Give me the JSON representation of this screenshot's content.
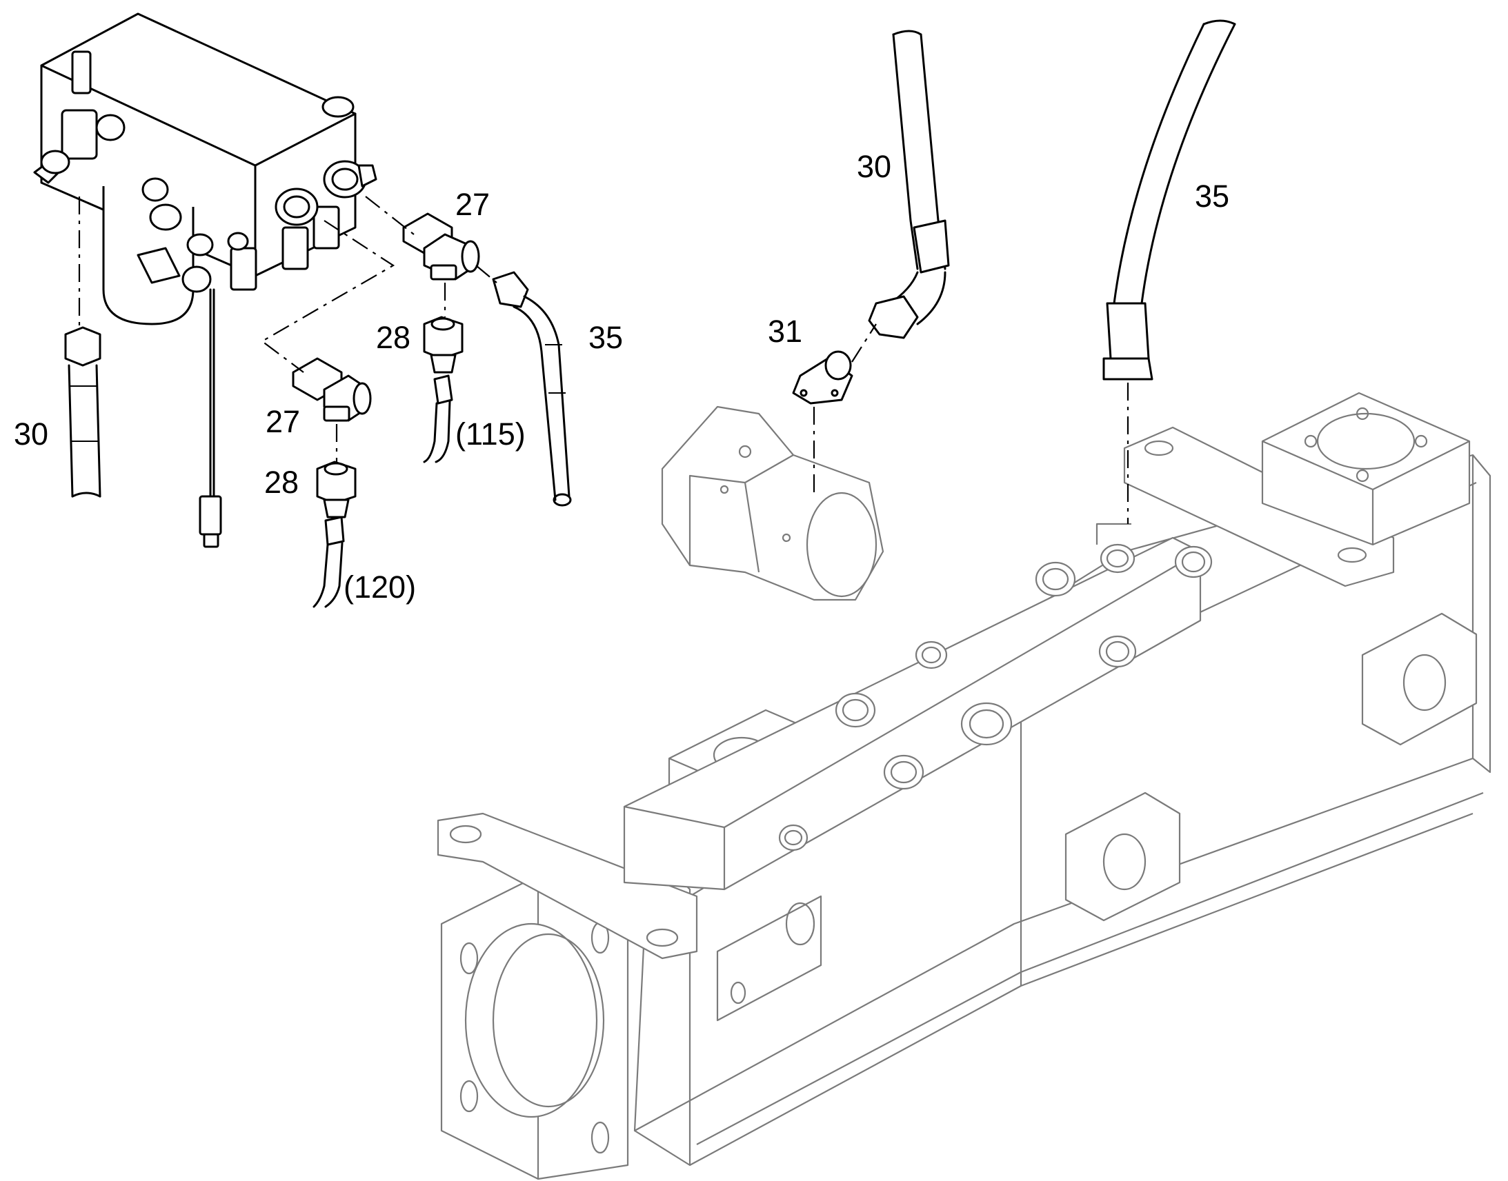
{
  "callouts": [
    {
      "id": "c1",
      "label": "27"
    },
    {
      "id": "c2",
      "label": "28"
    },
    {
      "id": "c3",
      "label": "(115)"
    },
    {
      "id": "c4",
      "label": "35"
    },
    {
      "id": "c5",
      "label": "30"
    },
    {
      "id": "c6",
      "label": "27"
    },
    {
      "id": "c7",
      "label": "28"
    },
    {
      "id": "c8",
      "label": "(120)"
    },
    {
      "id": "c9",
      "label": "30"
    },
    {
      "id": "c10",
      "label": "35"
    },
    {
      "id": "c11",
      "label": "31"
    }
  ]
}
